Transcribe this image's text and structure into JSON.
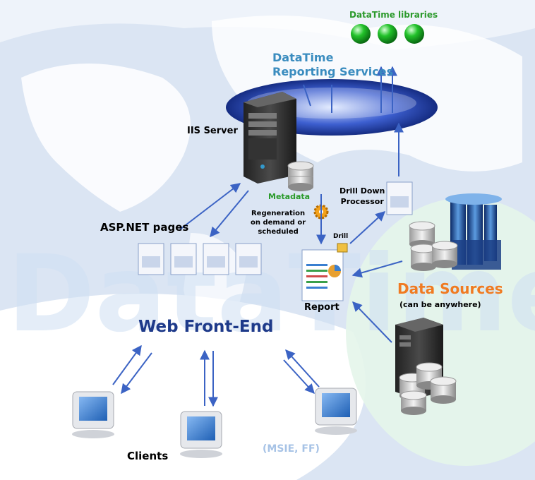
{
  "datatime_libraries": "DataTime libraries",
  "reporting_services": [
    "DataTime",
    "Reporting Services"
  ],
  "iis_server": "IIS Server",
  "metadata": "Metadata",
  "drill_down_processor": [
    "Drill Down",
    "Processor"
  ],
  "regeneration": [
    "Regeneration",
    "on demand or",
    "scheduled"
  ],
  "drill": "Drill",
  "aspnet_pages": "ASP.NET pages",
  "report": "Report",
  "data_sources": "Data Sources",
  "data_sources_note": "(can be anywhere)",
  "web_front_end": "Web Front-End",
  "clients": "Clients",
  "browsers": "(MSIE, FF)",
  "watermark": "DataTime",
  "colors": {
    "libraries_green": "#2c9a2c",
    "reporting_blue": "#3a8cbf",
    "data_sources_orange": "#f07a21",
    "front_end_navy": "#1e3a8a",
    "arrow_blue": "#3b63c4"
  }
}
